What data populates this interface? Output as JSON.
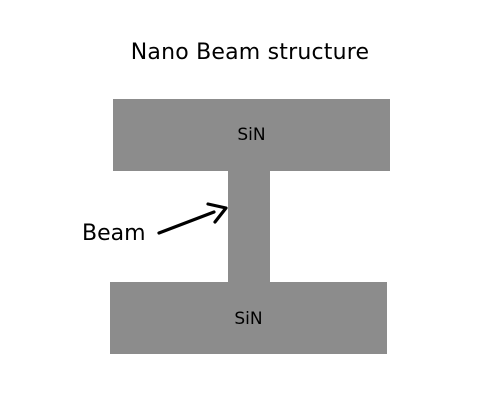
{
  "diagram": {
    "title": "Nano Beam structure",
    "top_block_label": "SiN",
    "bottom_block_label": "SiN",
    "beam_callout": "Beam"
  },
  "colors": {
    "background": "#ffffff",
    "block_fill": "#8c8c8c",
    "text": "#000000",
    "arrow": "#000000"
  }
}
